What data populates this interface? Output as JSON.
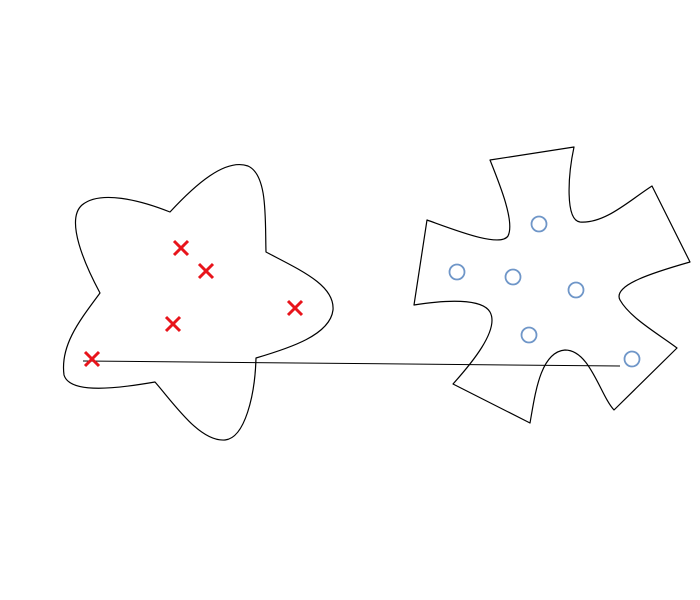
{
  "diagram": {
    "colors": {
      "x_marker": "#e8141b",
      "o_marker": "#6f96c8",
      "outline": "#000000",
      "background": "#ffffff"
    },
    "regions": [
      {
        "name": "star-shaped-region",
        "marker": "x",
        "count": 5
      },
      {
        "name": "cross-shaped-region",
        "marker": "o",
        "count": 6
      }
    ],
    "connector": {
      "from": "x-marker",
      "to": "o-marker"
    }
  }
}
